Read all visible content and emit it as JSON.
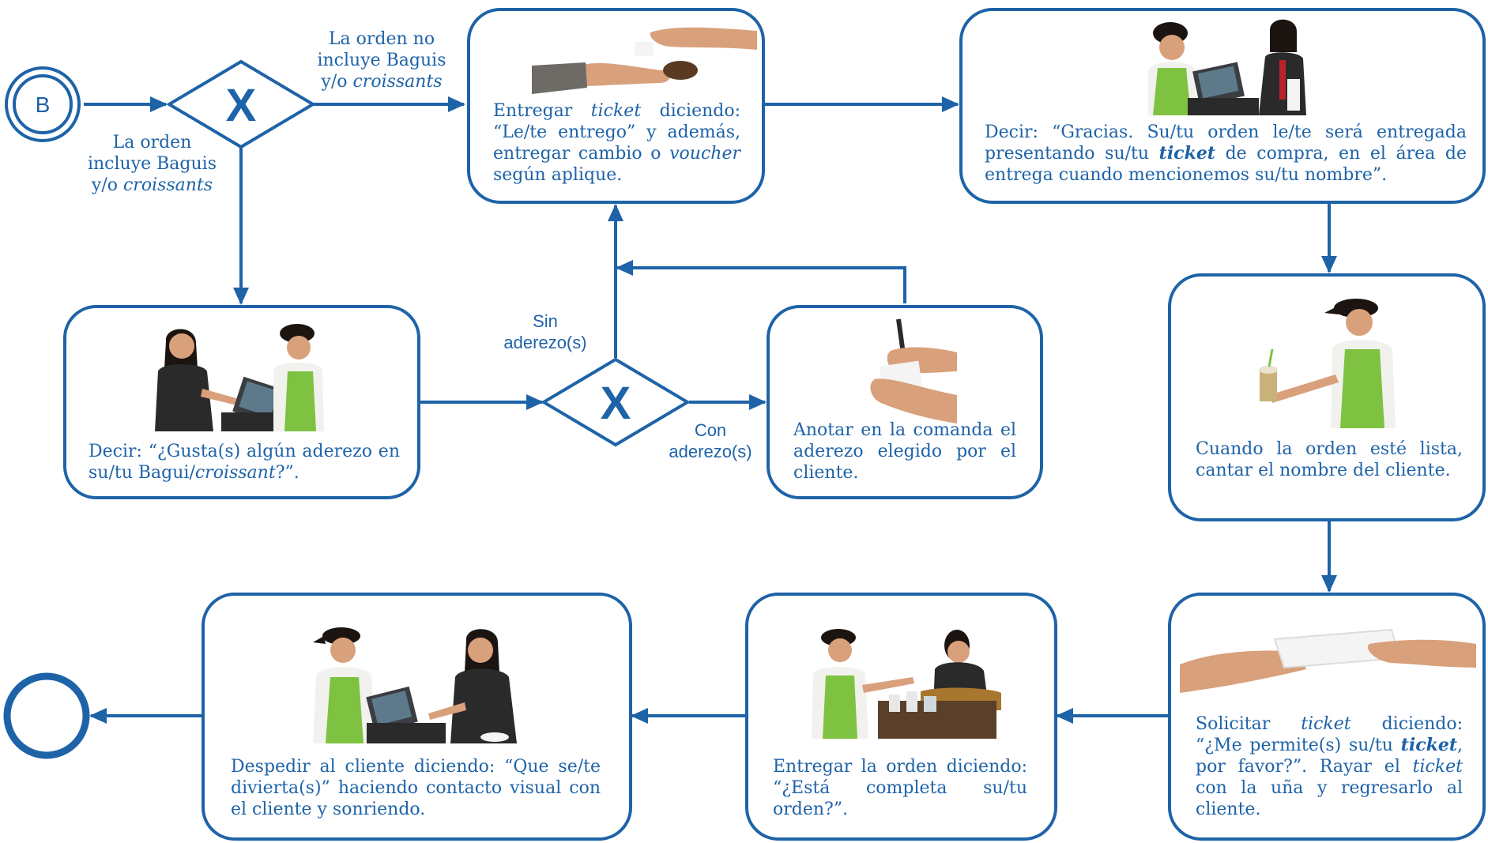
{
  "start_event": {
    "label": "B"
  },
  "gateways": [
    {
      "id": "gateway-1",
      "symbol": "X"
    },
    {
      "id": "gateway-2",
      "symbol": "X"
    }
  ],
  "labels": {
    "no_bagels_1": "La orden no",
    "no_bagels_2": "incluye Baguis",
    "no_bagels_3a": "y/o ",
    "no_bagels_3b": "croissants",
    "bagels_1": "La orden",
    "bagels_2": "incluye Baguis",
    "bagels_3a": "y/o ",
    "bagels_3b": "croissants",
    "without_1": "Sin",
    "without_2": "aderezo(s)",
    "with_1": "Con",
    "with_2": "aderezo(s)"
  },
  "tasks": {
    "ticket": {
      "p1": "Entregar ",
      "p2": "ticket",
      "p3": " diciendo: “Le/te entrego” y además, entregar cambio o ",
      "p4": "voucher",
      "p5": " según aplique."
    },
    "thanks": {
      "p1": "Decir: “Gracias. Su/tu orden le/te será entregada presentando su/tu ",
      "p2": "ticket",
      "p3": " de compra, en el área de entrega cuando mencionemos su/tu nombre”."
    },
    "ask_dressing": {
      "p1": "Decir: “¿Gusta(s) algún aderezo en su/tu Bagui/",
      "p2": "croissant",
      "p3": "?”."
    },
    "note_dressing": {
      "p1": "Anotar en la comanda el aderezo elegido por el cliente."
    },
    "call_name": {
      "p1": "Cuando la orden esté lista, cantar el nombre del cliente."
    },
    "request_ticket": {
      "p1": "Solicitar ",
      "p2": "ticket",
      "p3": " diciendo: “¿Me permite(s) su/tu ",
      "p4": "ticket",
      "p5": ", por favor?”. Rayar el ",
      "p6": "ticket",
      "p7": " con la uña y regresarlo al cliente."
    },
    "deliver_order": {
      "p1": "Entregar la orden diciendo: “¿Está completa su/tu orden?”."
    },
    "farewell": {
      "p1": "Despedir al cliente diciendo: “Que se/te divierta(s)” haciendo contacto visual con el cliente y sonriendo."
    }
  },
  "colors": {
    "stroke": "#1e63a8",
    "apron": "#7fc241",
    "skin": "#d9a07c",
    "hair": "#1c1410",
    "dark_cloth": "#2a2a2a",
    "white_cloth": "#f1f1ee"
  }
}
